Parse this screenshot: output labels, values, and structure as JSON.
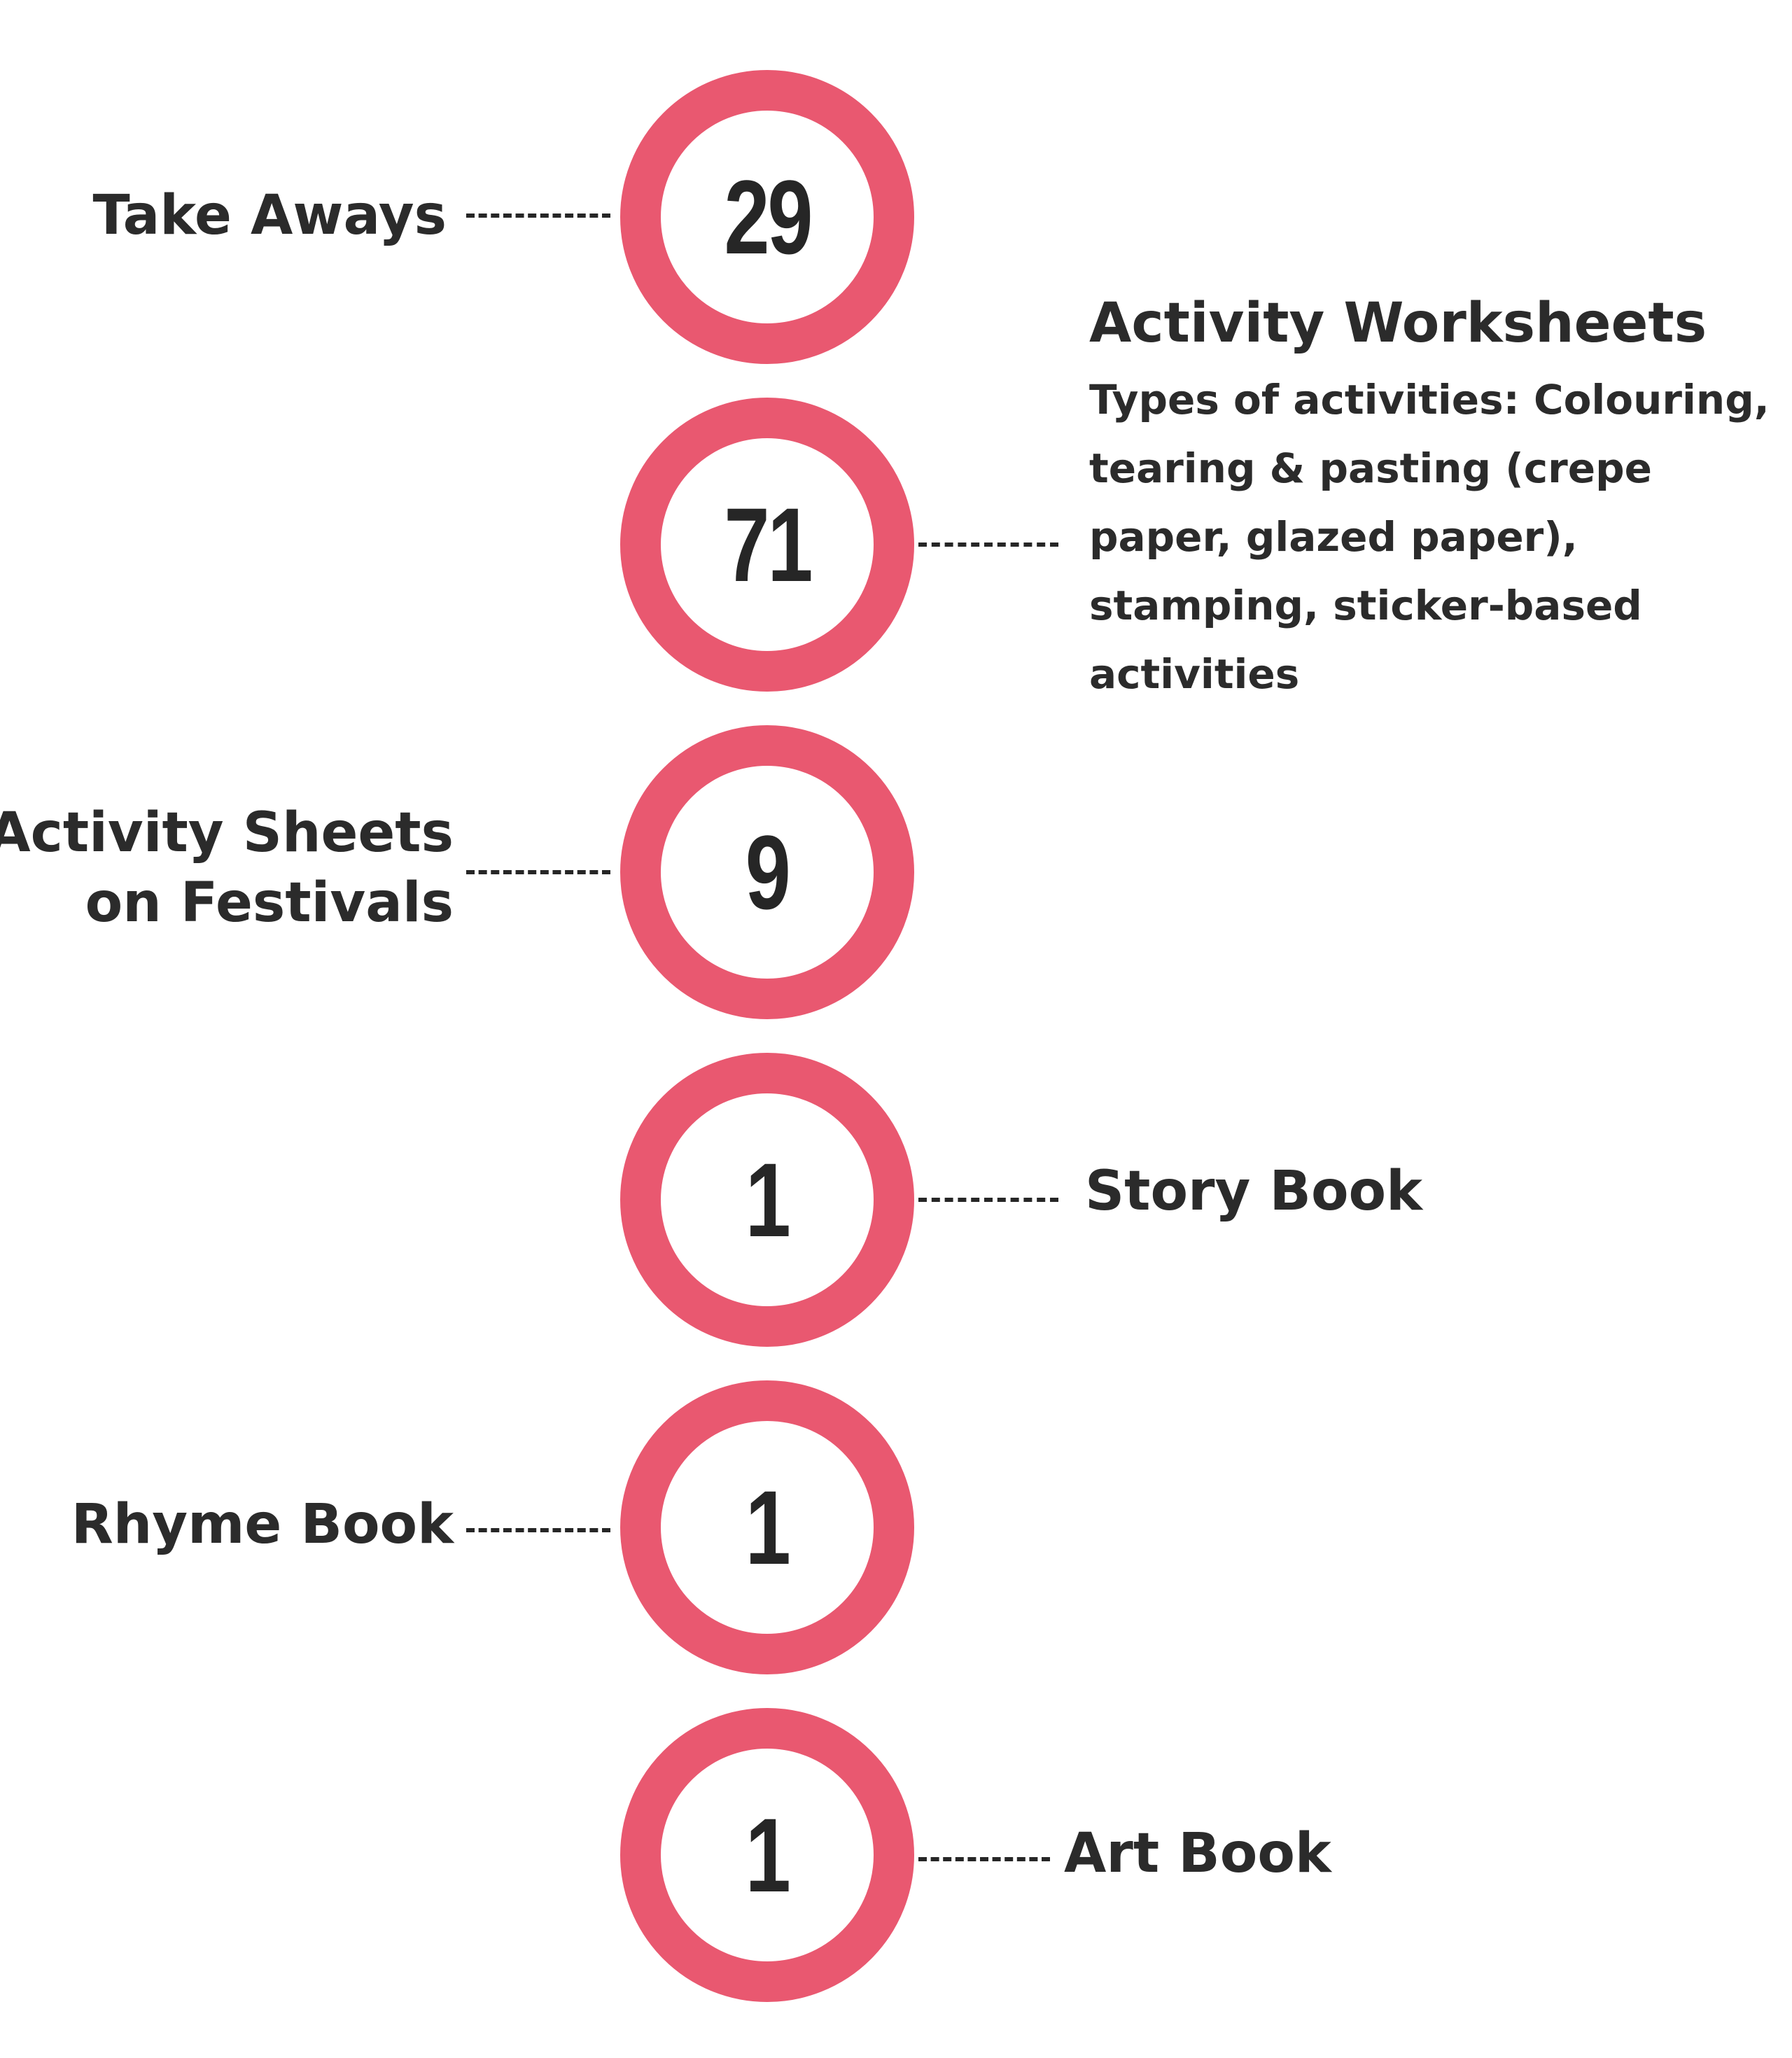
{
  "accent_color": "#e95870",
  "text_color": "#2b2b2b",
  "items": [
    {
      "count": "29",
      "label": "Take Aways",
      "side": "left"
    },
    {
      "count": "71",
      "label": "Activity Worksheets",
      "description": "Types of activities: Colouring, tearing & pasting (crepe paper, glazed paper), stamping, sticker-based activities",
      "side": "right"
    },
    {
      "count": "9",
      "label_lines": [
        "Activity Sheets",
        "on Festivals"
      ],
      "side": "left"
    },
    {
      "count": "1",
      "label": "Story Book",
      "side": "right"
    },
    {
      "count": "1",
      "label": "Rhyme Book",
      "side": "left"
    },
    {
      "count": "1",
      "label": "Art Book",
      "side": "right"
    }
  ]
}
